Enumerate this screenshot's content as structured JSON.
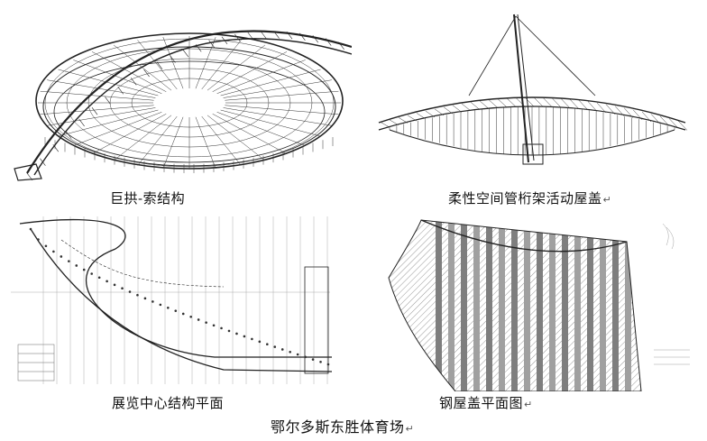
{
  "panels": [
    {
      "caption": "巨拱-索结构",
      "mark": ""
    },
    {
      "caption": "柔性空间管桁架活动屋盖",
      "mark": "↵"
    },
    {
      "caption": "展览中心结构平面",
      "mark": ""
    },
    {
      "caption": "钢屋盖平面图",
      "mark": "↵"
    }
  ],
  "footer": {
    "title": "鄂尔多斯东胜体育场",
    "mark": "↵"
  },
  "colors": {
    "line": "#222222",
    "hatch": "#6b6b6b",
    "band": "#8a8a8a"
  }
}
